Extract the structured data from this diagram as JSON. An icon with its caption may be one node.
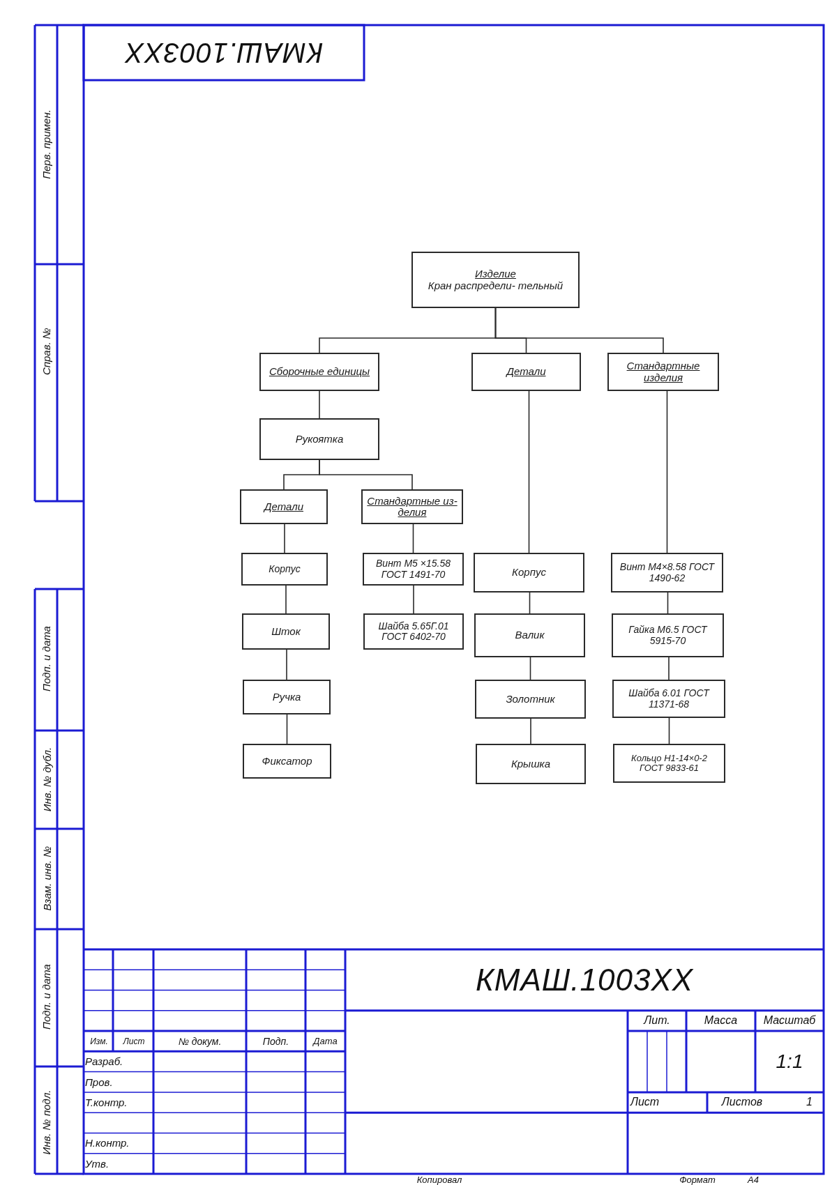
{
  "diagram": {
    "nodes": [
      {
        "text": [
          "Изделие",
          "Кран распредели- тельный"
        ]
      },
      {
        "text": [
          "Сборочные единицы"
        ]
      },
      {
        "text": [
          "Детали"
        ]
      },
      {
        "text": [
          "Стандартные изделия"
        ]
      },
      {
        "text": [
          "Рукоятка"
        ]
      },
      {
        "text": [
          "Детали"
        ]
      },
      {
        "text": [
          "Стандартные из- делия"
        ]
      },
      {
        "text": [
          "Корпус"
        ]
      },
      {
        "text": [
          "Шток"
        ]
      },
      {
        "text": [
          "Ручка"
        ]
      },
      {
        "text": [
          "Фиксатор"
        ]
      },
      {
        "text": [
          "Винт М5 ×15.58 ГОСТ 1491-70"
        ]
      },
      {
        "text": [
          "Шайба 5.65Г.01 ГОСТ 6402-70"
        ]
      },
      {
        "text": [
          "Корпус"
        ]
      },
      {
        "text": [
          "Валик"
        ]
      },
      {
        "text": [
          "Золотник"
        ]
      },
      {
        "text": [
          "Крышка"
        ]
      },
      {
        "text": [
          "Винт М4×8.58 ГОСТ 1490-62"
        ]
      },
      {
        "text": [
          "Гайка М6.5 ГОСТ 5915-70"
        ]
      },
      {
        "text": [
          "Шайба 6.01 ГОСТ 11371-68"
        ]
      },
      {
        "text": [
          "Кольцо Н1-14×0-2 ГОСТ 9833-61"
        ]
      }
    ],
    "edges": [
      {
        "from": 0,
        "to": 1,
        "arrow": "none"
      },
      {
        "from": 0,
        "to": 2,
        "arrow": "none"
      },
      {
        "from": 0,
        "to": 3,
        "arrow": "none"
      },
      {
        "from": 1,
        "to": 4,
        "arrow": "none"
      },
      {
        "from": 4,
        "to": 5,
        "arrow": "none"
      },
      {
        "from": 4,
        "to": 6,
        "arrow": "none"
      },
      {
        "from": 5,
        "to": 7,
        "arrow": "none"
      },
      {
        "from": 7,
        "to": 8,
        "arrow": "none"
      },
      {
        "from": 8,
        "to": 9,
        "arrow": "none"
      },
      {
        "from": 9,
        "to": 10,
        "arrow": "none"
      },
      {
        "from": 6,
        "to": 11,
        "arrow": "none"
      },
      {
        "from": 11,
        "to": 12,
        "arrow": "none"
      },
      {
        "from": 2,
        "to": 13,
        "arrow": "none"
      },
      {
        "from": 13,
        "to": 14,
        "arrow": "none"
      },
      {
        "from": 14,
        "to": 15,
        "arrow": "none"
      },
      {
        "from": 15,
        "to": 16,
        "arrow": "none"
      },
      {
        "from": 3,
        "to": 17,
        "arrow": "none"
      },
      {
        "from": 17,
        "to": 18,
        "arrow": "none"
      },
      {
        "from": 18,
        "to": 19,
        "arrow": "none"
      },
      {
        "from": 19,
        "to": 20,
        "arrow": "none"
      }
    ],
    "labels": [
      "КМАШ.1003ХХ",
      "Перв. примен.",
      "Справ. №",
      "Подп. и дата",
      "Инв. № дубл.",
      "Взам. инв. №",
      "Подп. и дата",
      "Инв. № подл.",
      "КМАШ.1003ХХ",
      "Изм.",
      "Лист",
      "№ докум.",
      "Подп.",
      "Дата",
      "Разраб.",
      "Пров.",
      "Т.контр.",
      "Н.контр.",
      "Утв.",
      "Лит.",
      "Масса",
      "Масштаб",
      "1:1",
      "Лист",
      "Листов",
      "1",
      "Копировал",
      "Формат",
      "А4"
    ]
  }
}
